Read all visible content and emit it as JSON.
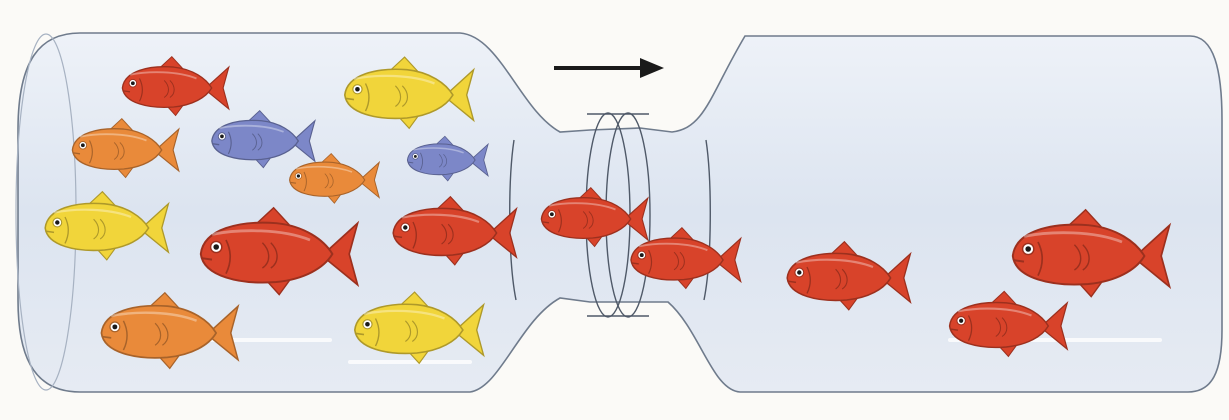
{
  "colors": {
    "background": "#fbfaf7",
    "glass_fill": "#dfe6f1",
    "glass_stroke": "#6f7b8c",
    "arrow": "#1a1a1a",
    "red_fish": "#d8432a",
    "orange_fish": "#e98a3a",
    "yellow_fish": "#f1d53a",
    "blue_fish": "#7c87c8"
  },
  "icons": {
    "arrow": "right-arrow-icon",
    "fish": "fish-icon"
  },
  "diagram": {
    "left_chamber": {
      "fish": [
        {
          "color": "red",
          "facing": "left"
        },
        {
          "color": "yellow",
          "facing": "left"
        },
        {
          "color": "orange",
          "facing": "left"
        },
        {
          "color": "blue",
          "facing": "left"
        },
        {
          "color": "blue",
          "facing": "left"
        },
        {
          "color": "orange",
          "facing": "left"
        },
        {
          "color": "yellow",
          "facing": "left"
        },
        {
          "color": "red",
          "facing": "left"
        },
        {
          "color": "red",
          "facing": "left"
        },
        {
          "color": "orange",
          "facing": "left"
        },
        {
          "color": "yellow",
          "facing": "left"
        }
      ]
    },
    "filter": {
      "fish": [
        {
          "color": "red",
          "facing": "left"
        },
        {
          "color": "red",
          "facing": "left"
        }
      ]
    },
    "right_chamber": {
      "fish": [
        {
          "color": "red",
          "facing": "left"
        },
        {
          "color": "red",
          "facing": "left"
        },
        {
          "color": "red",
          "facing": "left"
        }
      ]
    },
    "flow_direction": "right"
  }
}
